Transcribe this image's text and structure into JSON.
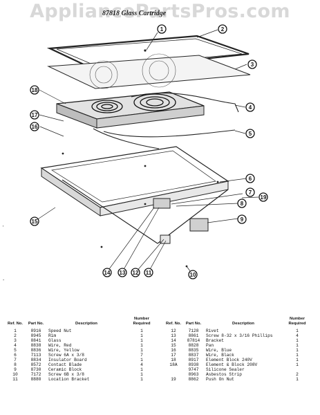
{
  "watermark": "AppliancePartsPros.com",
  "diagram_title": "87818 Glass Cartridge",
  "callouts": [
    "1",
    "2",
    "3",
    "4",
    "5",
    "6",
    "7",
    "8",
    "9",
    "10",
    "11",
    "12",
    "13",
    "14",
    "15",
    "16",
    "17",
    "18",
    "19"
  ],
  "table_headers": {
    "ref": "Ref. No.",
    "part": "Part No.",
    "desc": "Description",
    "qty": "Number Required"
  },
  "parts_left": [
    {
      "ref": "1",
      "part": "8916",
      "desc": "Speed Nut",
      "qty": "1"
    },
    {
      "ref": "2",
      "part": "8945",
      "desc": "Rim",
      "qty": "1"
    },
    {
      "ref": "3",
      "part": "8841",
      "desc": "Glass",
      "qty": "1"
    },
    {
      "ref": "4",
      "part": "8838",
      "desc": "Wire, Red",
      "qty": "1"
    },
    {
      "ref": "5",
      "part": "8836",
      "desc": "Wire, Yellow",
      "qty": "1"
    },
    {
      "ref": "6",
      "part": "7113",
      "desc": "Screw 6A x 3/8",
      "qty": "7"
    },
    {
      "ref": "7",
      "part": "8834",
      "desc": "Insulator Board",
      "qty": "1"
    },
    {
      "ref": "8",
      "part": "8572",
      "desc": "Contact Blade",
      "qty": "4"
    },
    {
      "ref": "9",
      "part": "8730",
      "desc": "Ceramic Block",
      "qty": "1"
    },
    {
      "ref": "10",
      "part": "7172",
      "desc": "Screw 6B x 3/8",
      "qty": "1"
    },
    {
      "ref": "11",
      "part": "8880",
      "desc": "Location Bracket",
      "qty": "1"
    }
  ],
  "parts_right": [
    {
      "ref": "12",
      "part": "7128",
      "desc": "Rivet",
      "qty": "1"
    },
    {
      "ref": "13",
      "part": "8861",
      "desc": "Screw 8-32 x 3/16 Phillips",
      "qty": "4"
    },
    {
      "ref": "14",
      "part": "87814",
      "desc": "Bracket",
      "qty": "1"
    },
    {
      "ref": "15",
      "part": "8828",
      "desc": "Pan",
      "qty": "1"
    },
    {
      "ref": "16",
      "part": "8835",
      "desc": "Wire, Blue",
      "qty": "1"
    },
    {
      "ref": "17",
      "part": "8837",
      "desc": "Wire, Black",
      "qty": "1"
    },
    {
      "ref": "18",
      "part": "8917",
      "desc": "Element Block 240V",
      "qty": "1"
    },
    {
      "ref": "18A",
      "part": "8938",
      "desc": "Element & Block 208V",
      "qty": "1"
    },
    {
      "ref": "",
      "part": "9747",
      "desc": "Silicone Sealer",
      "qty": ""
    },
    {
      "ref": "",
      "part": "8963",
      "desc": "Asbestos Strip",
      "qty": "2"
    },
    {
      "ref": "19",
      "part": "8862",
      "desc": "Push On Nut",
      "qty": "1"
    }
  ]
}
